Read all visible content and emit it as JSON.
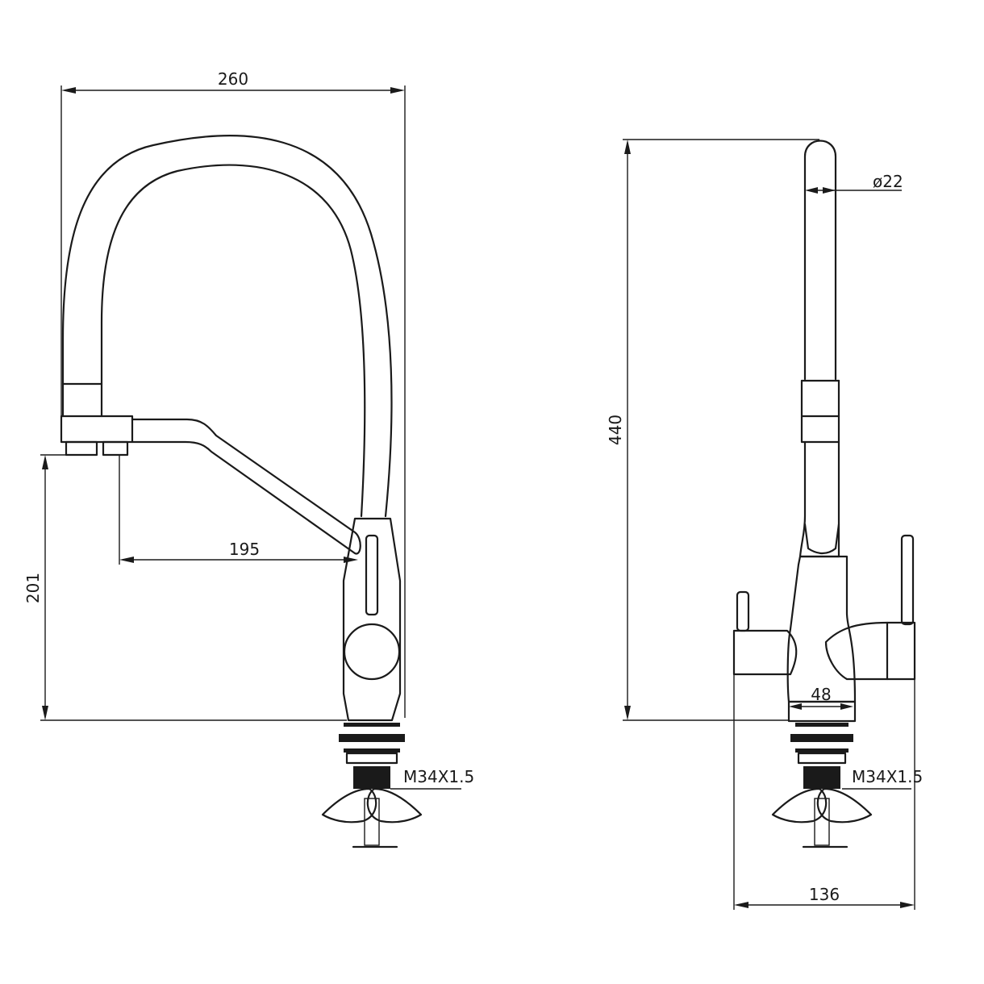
{
  "dimensions": {
    "front_width": "260",
    "reach": "195",
    "spout_height": "201",
    "total_height": "440",
    "spout_diameter": "ø22",
    "base_diameter": "48",
    "side_depth": "136",
    "thread_front": "M34X1.5",
    "thread_side": "M34X1.5"
  }
}
